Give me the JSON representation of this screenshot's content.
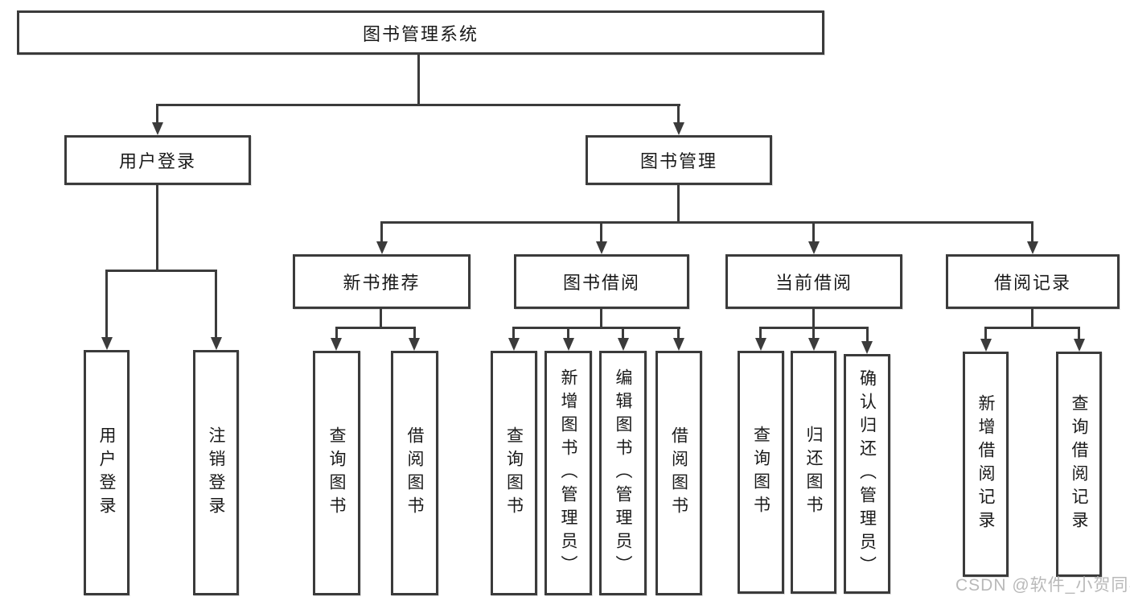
{
  "diagram": {
    "root": {
      "label": "图书管理系统"
    },
    "branches": [
      {
        "label": "用户登录",
        "children": [
          {
            "label": "用户登录"
          },
          {
            "label": "注销登录"
          }
        ]
      },
      {
        "label": "图书管理",
        "children": [
          {
            "label": "新书推荐",
            "children": [
              {
                "label": "查询图书"
              },
              {
                "label": "借阅图书"
              }
            ]
          },
          {
            "label": "图书借阅",
            "children": [
              {
                "label": "查询图书"
              },
              {
                "label": "新增图书（管理员）"
              },
              {
                "label": "编辑图书（管理员）"
              },
              {
                "label": "借阅图书"
              }
            ]
          },
          {
            "label": "当前借阅",
            "children": [
              {
                "label": "查询图书"
              },
              {
                "label": "归还图书"
              },
              {
                "label": "确认归还（管理员）"
              }
            ]
          },
          {
            "label": "借阅记录",
            "children": [
              {
                "label": "新增借阅记录"
              },
              {
                "label": "查询借阅记录"
              }
            ]
          }
        ]
      }
    ]
  },
  "watermark": {
    "text": "CSDN @软件_小贺同学"
  },
  "colors": {
    "line": "#3b3b3b",
    "text": "#1a1a1a",
    "watermark": "#b9b9b9",
    "background": "#ffffff"
  }
}
